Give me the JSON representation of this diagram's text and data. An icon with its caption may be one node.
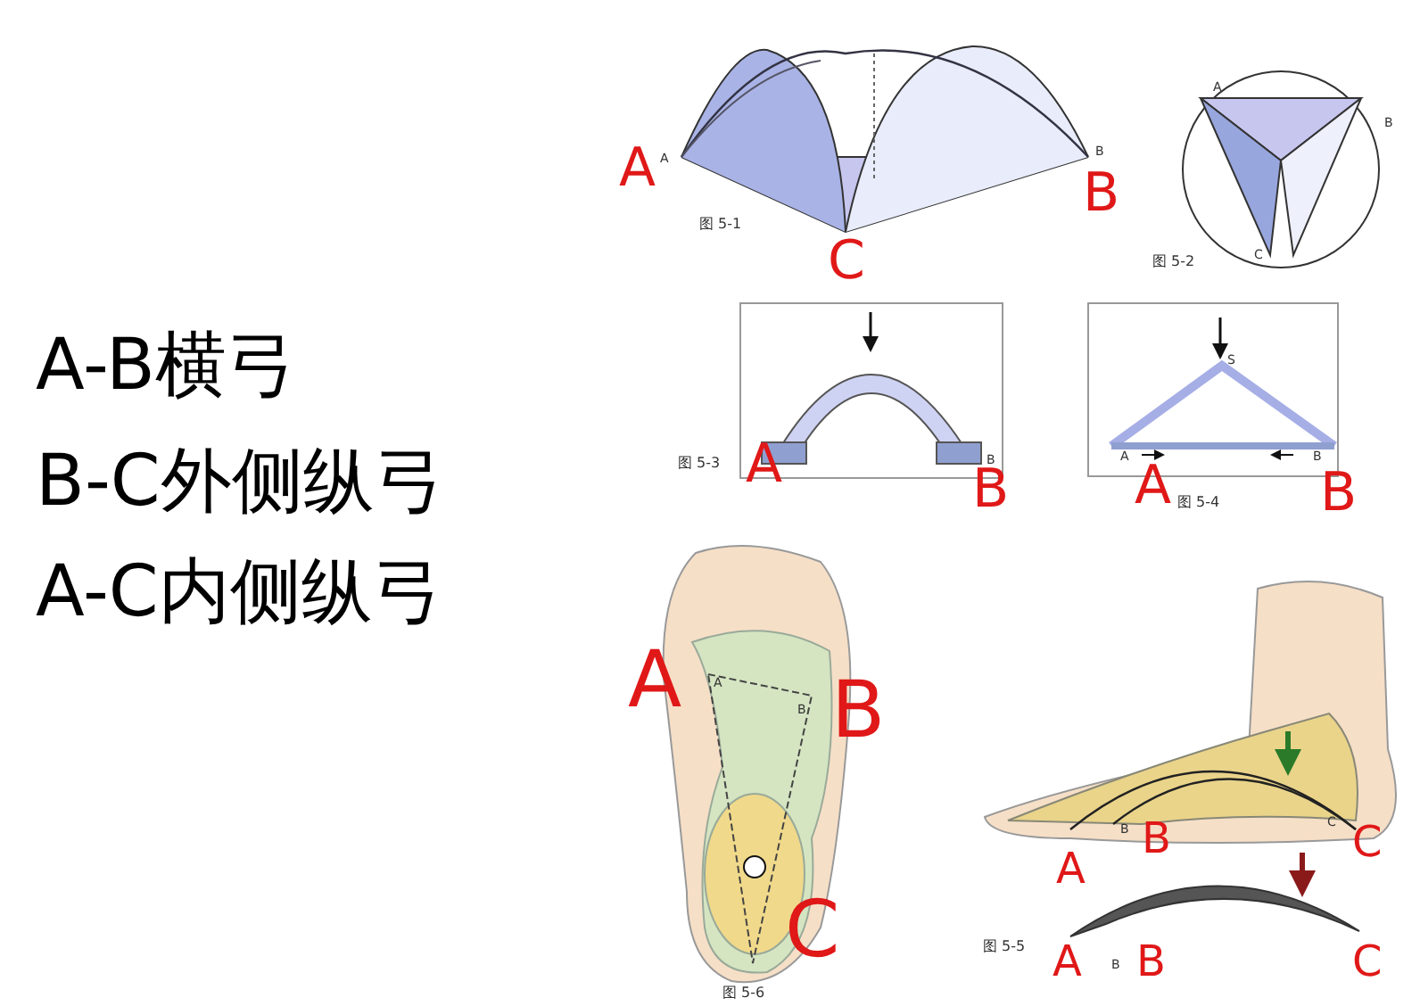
{
  "diagram": {
    "labels": [
      "A-B横弓",
      "B-C外侧纵弓",
      "A-C内侧纵弓",
      "A",
      "A",
      "B",
      "B",
      "图 5-1",
      "C",
      "A",
      "B",
      "C",
      "图 5-2",
      "B",
      "图 5-3",
      "A",
      "B",
      "S",
      "A",
      "B",
      "A",
      "图 5-4",
      "B",
      "A",
      "A",
      "B",
      "B",
      "C",
      "图 5-6",
      "A",
      "B",
      "B",
      "C",
      "C",
      "图 5-5",
      "A",
      "B",
      "B",
      "C"
    ]
  }
}
